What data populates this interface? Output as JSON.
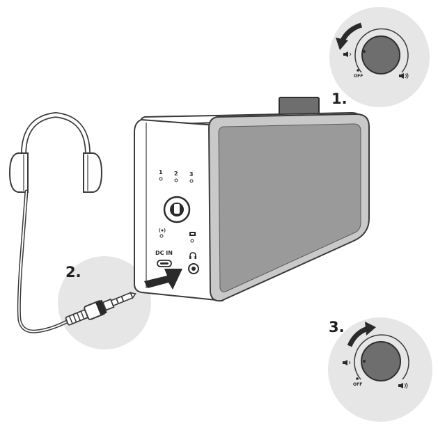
{
  "steps": [
    {
      "label": "1."
    },
    {
      "label": "2."
    },
    {
      "label": "3."
    }
  ],
  "radio_panel": {
    "presets": [
      "1",
      "2",
      "3"
    ],
    "dc_in_label": "DC IN"
  },
  "knob": {
    "off_label": "OFF"
  },
  "colors": {
    "circle_bg": "#e6e6e6",
    "knob": "#6e6e6e",
    "front_grille": "#9a9a9a",
    "arrow": "#2a2a2a",
    "outline": "#3a3a3a"
  },
  "icons": [
    "volume-min-icon",
    "volume-max-icon",
    "headphones-icon",
    "antenna-icon",
    "display-icon",
    "headphone-jack-icon",
    "dc-in-port-icon",
    "arrow-icon"
  ]
}
